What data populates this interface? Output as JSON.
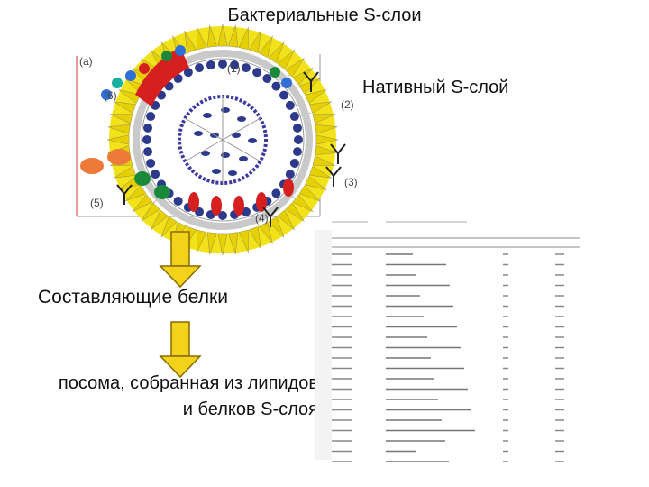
{
  "title": "Бактериальные S-слои",
  "labels": {
    "native": "Нативный S-слой",
    "proteins": "Составляющие белки",
    "lipo_line1": "посома, собранная из липидов",
    "lipo_line2": "и белков S-слоя"
  },
  "diagram_markers": {
    "a": "(a)",
    "m1": "(1)",
    "m2": "(2)",
    "m3": "(3)",
    "m4": "(4)",
    "m5": "(5)",
    "m6": "(6)"
  },
  "colors": {
    "slayer": "#f2e21a",
    "core_outline": "#3a3aa0",
    "dot": "#2d3a8c",
    "red": "#d62020",
    "green": "#1a8a3a",
    "orange": "#ee7a3a",
    "arrow_fill": "#f2d21a",
    "arrow_stroke": "#8a6a00",
    "blue_ball": "#2f6fd6",
    "teal_ball": "#1ab0a0"
  }
}
